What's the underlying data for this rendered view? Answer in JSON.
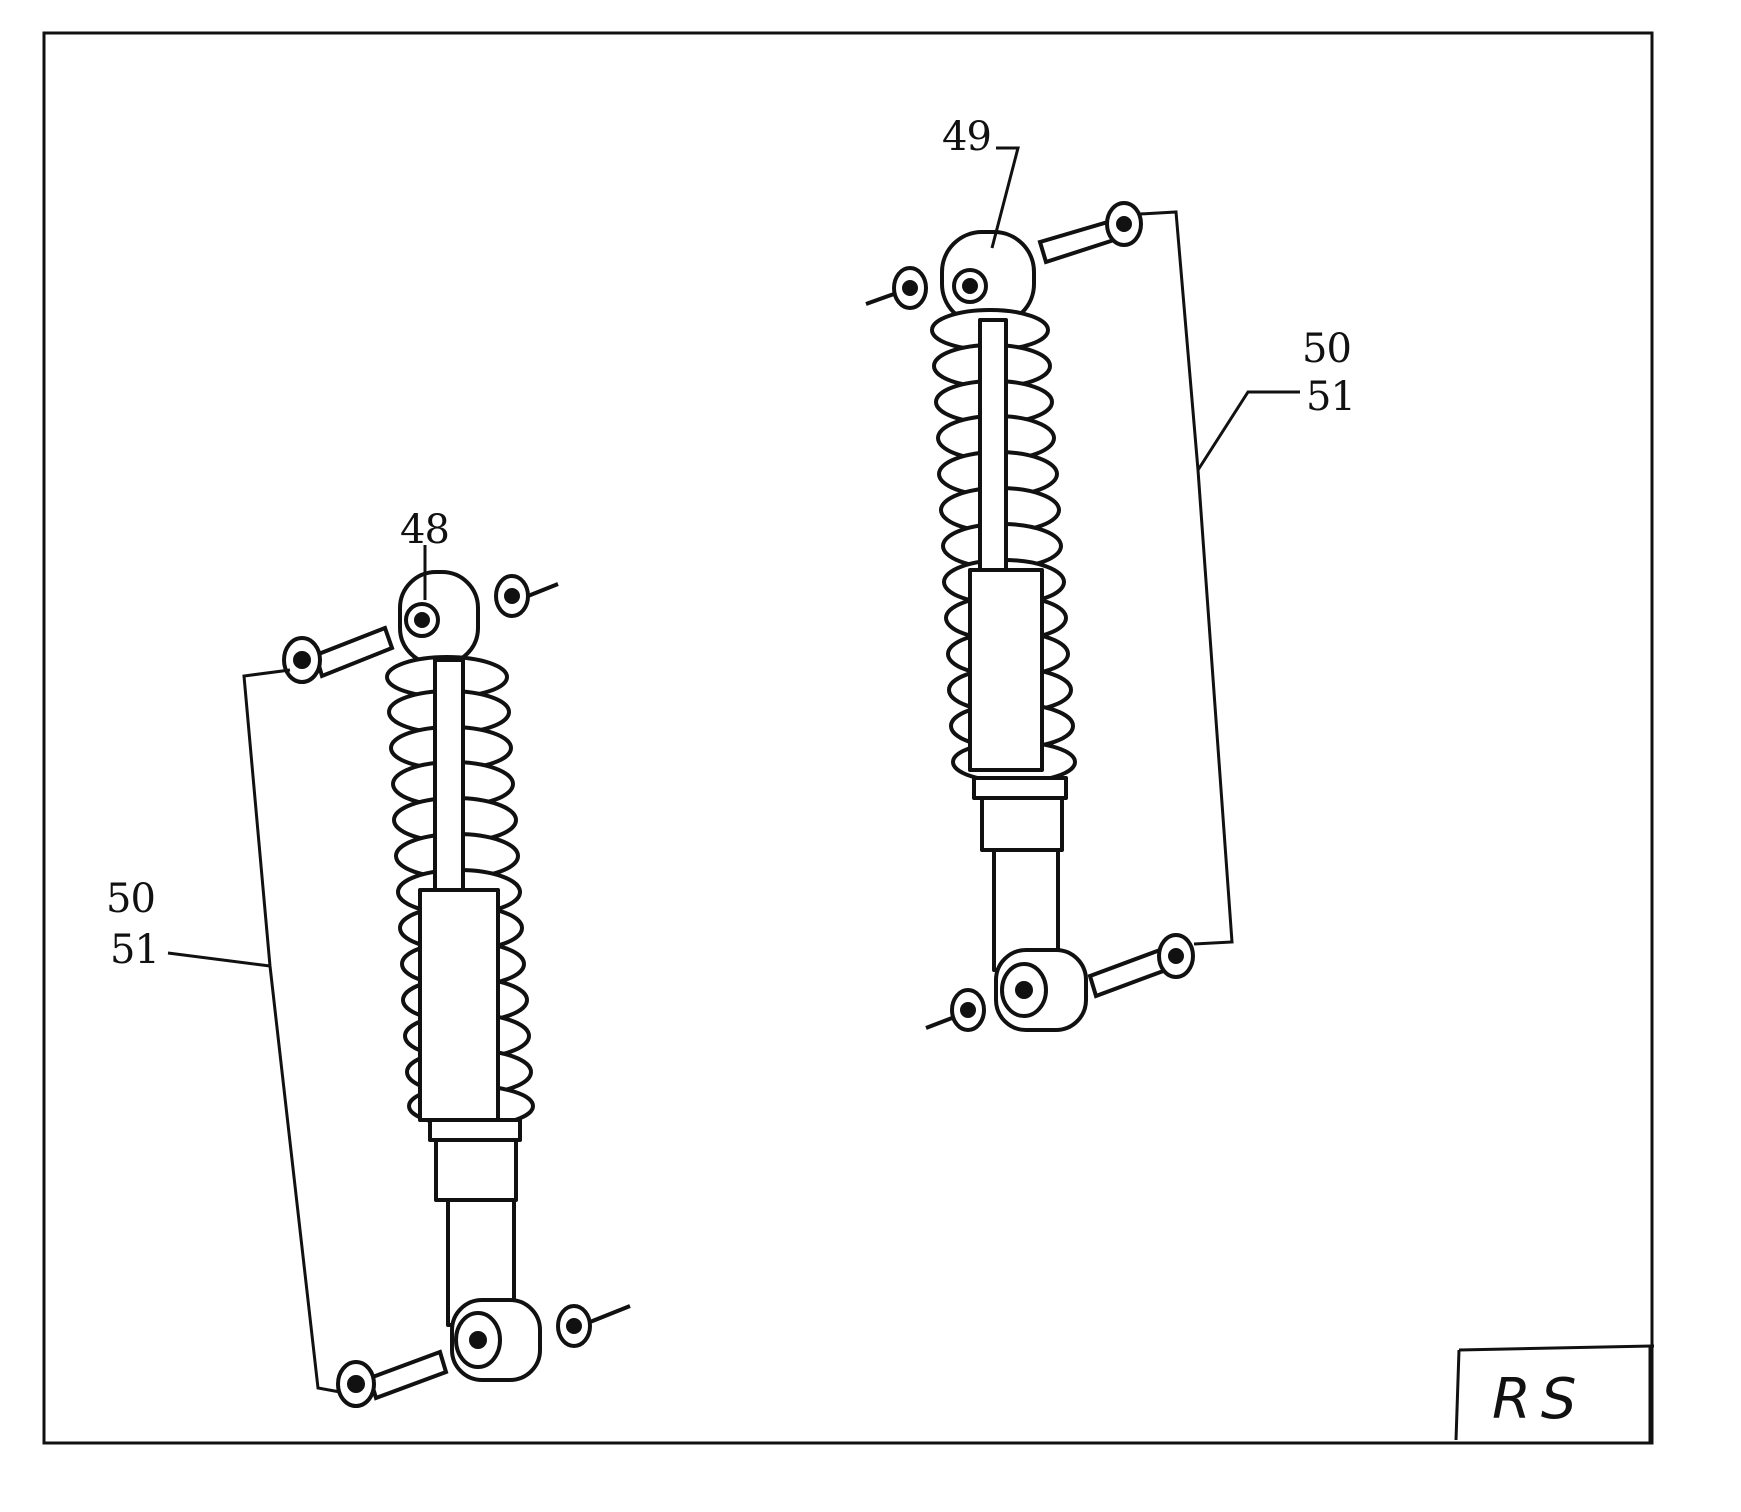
{
  "diagram": {
    "callouts": {
      "left_shock": "48",
      "right_shock": "49",
      "left_bolt_qty_a": "50",
      "left_bolt_qty_b": "51",
      "right_bolt_qty_a": "50",
      "right_bolt_qty_b": "51"
    },
    "stamp": "RS",
    "colors": {
      "line": "#111111",
      "background": "#ffffff"
    }
  }
}
